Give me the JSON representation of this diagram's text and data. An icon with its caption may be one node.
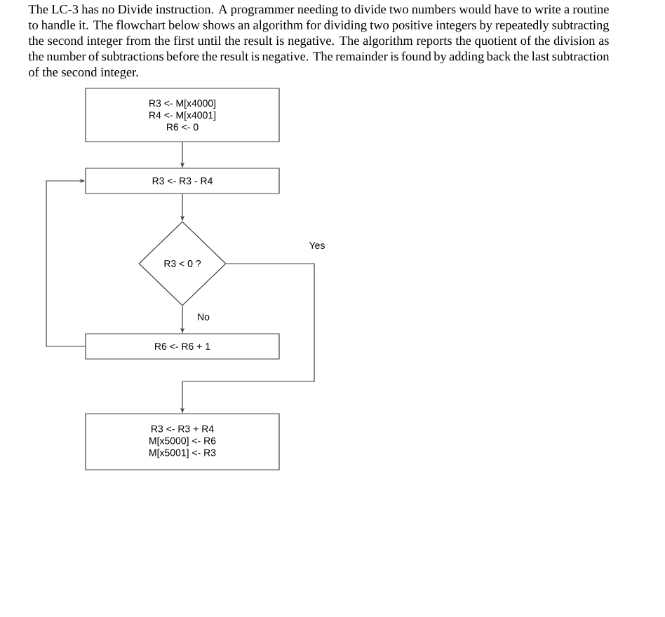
{
  "diagram": {
    "nodes": [
      {
        "text": [
          "R3 <- M[x4000]",
          "R4 <- M[x4001]",
          "R6 <- 0"
        ]
      },
      {
        "text": [
          "R3 <- R3 - R4"
        ]
      },
      {
        "text": [
          "R3 < 0 ?"
        ]
      },
      {
        "text": [
          "R6 <- R6 + 1"
        ]
      },
      {
        "text": [
          "R3 <- R3 + R4",
          "M[x5000] <- R6",
          "M[x5001] <- R3"
        ]
      }
    ],
    "edges": [
      {
        "from": 0,
        "to": 1,
        "arrow": "to"
      },
      {
        "from": 1,
        "to": 2,
        "arrow": "to"
      },
      {
        "from": 2,
        "to": 3,
        "arrow": "to",
        "label": "No"
      },
      {
        "from": 2,
        "to": 4,
        "arrow": "to",
        "label": "Yes"
      },
      {
        "from": 3,
        "to": 1,
        "arrow": "to"
      }
    ],
    "labels": [
      "The LC-3 has no Divide instruction. A programmer needing to divide two numbers would have to write a routine to handle it. The flowchart below shows an algorithm for dividing two positive integers by repeatedly subtracting the second integer from the first until the result is negative. The algorithm reports the quotient of the division as the number of subtractions before the result is negative. The remainder is found by adding back the last subtraction of the second integer."
    ]
  }
}
